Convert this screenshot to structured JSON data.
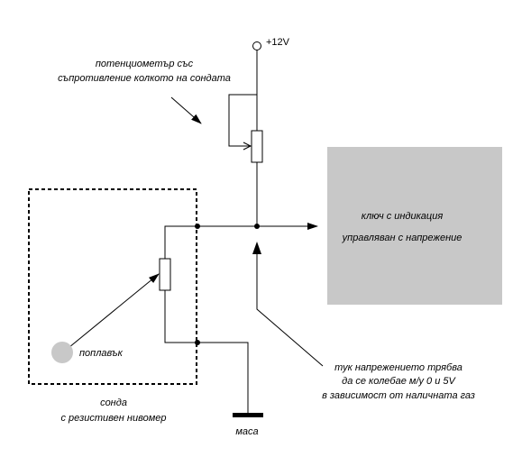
{
  "labels": {
    "supply": "+12V",
    "pot_line1": "потенциометър със",
    "pot_line2": "съпротивление колкото на сондата",
    "switch_line1": "ключ с индикация",
    "switch_line2": "управляван с напрежение",
    "float": "поплавък",
    "probe_line1": "сонда",
    "probe_line2": "с резистивен нивомер",
    "ground": "маса",
    "note_line1": "тук напрежението трябва",
    "note_line2": "да се колебае м/у 0 и 5V",
    "note_line3": "в зависимост от наличната газ"
  },
  "colors": {
    "wire": "#000000",
    "switch_box": "#c8c8c8",
    "float": "#c8c8c8",
    "background": "#ffffff"
  }
}
